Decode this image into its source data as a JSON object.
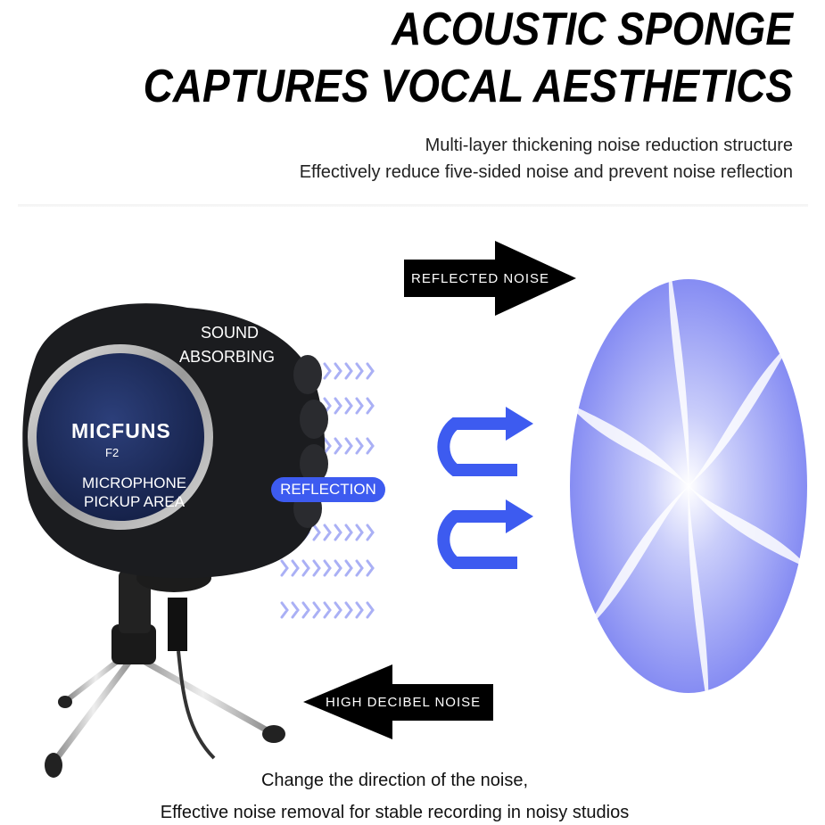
{
  "headline": {
    "line1": "ACOUSTIC SPONGE",
    "line2": "CAPTURES VOCAL AESTHETICS"
  },
  "subheadline": {
    "line1": "Multi-layer thickening noise reduction structure",
    "line2": "Effectively reduce five-sided noise and prevent noise reflection"
  },
  "diagram": {
    "reflected_noise_label": "REFLECTED NOISE",
    "high_decibel_noise_label": "HIGH DECIBEL NOISE",
    "sound_absorbing_label": "SOUND\nABSORBING",
    "sound_absorbing_l1": "SOUND",
    "sound_absorbing_l2": "ABSORBING",
    "reflection_label": "REFLECTION",
    "pickup_l1": "MICROPHONE",
    "pickup_l2": "PICKUP AREA"
  },
  "product": {
    "brand": "MICFUNS",
    "model": "F2"
  },
  "caption": {
    "line1": "Change the direction of the noise,",
    "line2": "Effective noise removal for stable recording in noisy studios"
  },
  "colors": {
    "accent_blue": "#3d5bf0",
    "swirl_blue": "#7a83f2",
    "arrow_black": "#000000"
  }
}
